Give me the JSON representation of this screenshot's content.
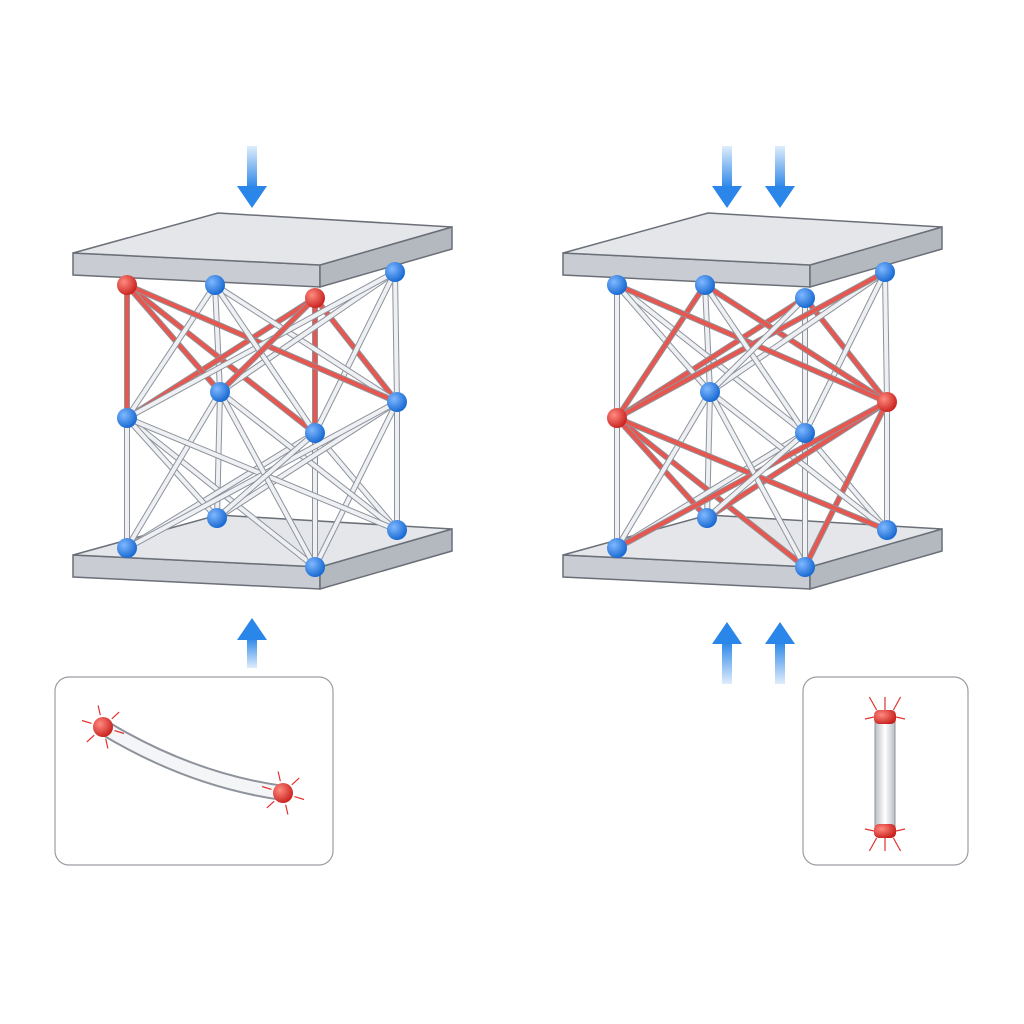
{
  "colors": {
    "background": "#ffffff",
    "plate_top": "#e4e6ea",
    "plate_side": "#c9ccd2",
    "plate_edge": "#6b6f78",
    "strut": "#d8dbe0",
    "strut_edge": "#8e939b",
    "node_normal": "#1f7ae0",
    "node_stressed": "#e0322f",
    "arrow": "#2a86e8",
    "inset_border": "#9a9da3"
  },
  "panels": [
    {
      "load": "single-axial-compression",
      "top_arrows": 1,
      "bottom_arrows": 1,
      "stressed_nodes": [
        "top-front-left",
        "top-front-right"
      ],
      "inset": "buckled-strut"
    },
    {
      "load": "double-axial-compression",
      "top_arrows": 2,
      "bottom_arrows": 2,
      "stressed_nodes": [
        "mid-front-left",
        "mid-back-right"
      ],
      "inset": "straight-strut"
    }
  ]
}
